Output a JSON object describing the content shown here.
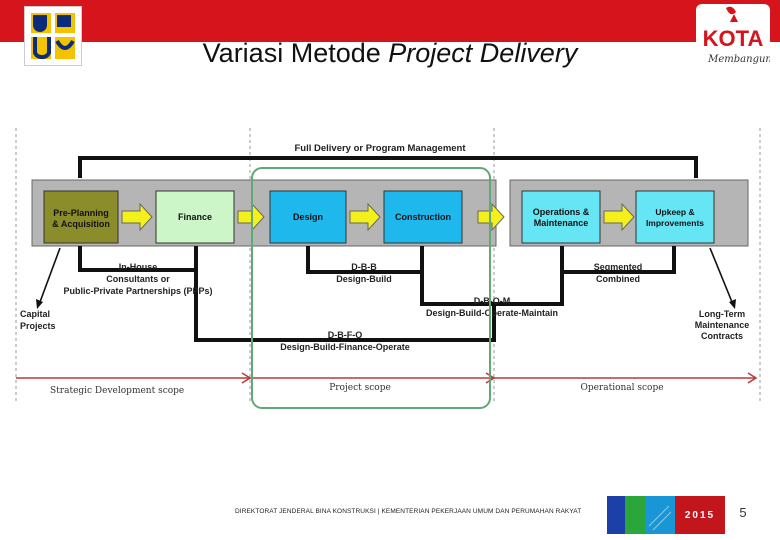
{
  "header": {
    "title_regular": "Variasi Metode ",
    "title_italic": "Project Delivery",
    "right_logo_word": "KOTA",
    "right_logo_script": "Membangun"
  },
  "diagram": {
    "top_label": "Full Delivery or Program Management",
    "boxes": {
      "preplanning": [
        "Pre-Planning",
        "& Acquisition"
      ],
      "finance": "Finance",
      "design": "Design",
      "construction": "Construction",
      "operations": [
        "Operations &",
        "Maintenance"
      ],
      "upkeep": [
        "Upkeep &",
        "Improvements"
      ]
    },
    "inhouse": [
      "In-House",
      "Consultants or",
      "Public-Private Partnerships (PPPs)"
    ],
    "dbb": [
      "D-B-B",
      "Design-Build"
    ],
    "segmented": [
      "Segmented",
      "Combined"
    ],
    "dbom": [
      "D-B-O-M",
      "Design-Build-Operate-Maintain"
    ],
    "dbfo": [
      "D-B-F-O",
      "Design-Build-Finance-Operate"
    ],
    "capital": [
      "Capital",
      "Projects"
    ],
    "longterm": [
      "Long-Term",
      "Maintenance",
      "Contracts"
    ],
    "scopes": {
      "strategic": "Strategic Development scope",
      "project": "Project scope",
      "operational": "Operational scope"
    }
  },
  "footer": {
    "text": "DIREKTORAT JENDERAL BINA KONSTRUKSI | KEMENTERIAN PEKERJAAN UMUM DAN PERUMAHAN RAKYAT",
    "year": "2015",
    "page": "5"
  },
  "colors": {
    "header_red": "#d6141c",
    "olive": "#8b8d2a",
    "light_green": "#ccf5c8",
    "cyan": "#1fb8ec",
    "light_cyan": "#66e6f4",
    "arrow_yellow": "#f4f01a",
    "project_scope_outline": "#5fa878",
    "scope_arrow_red": "#b73a3a"
  }
}
